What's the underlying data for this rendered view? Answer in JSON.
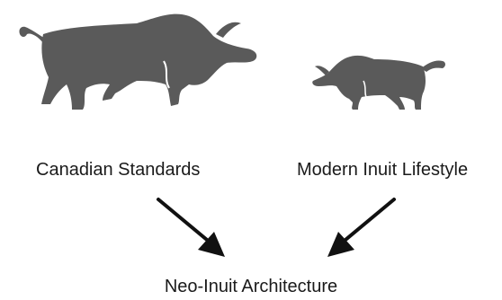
{
  "diagram": {
    "sources": [
      {
        "label": "Canadian Standards",
        "icon": "bull-large-icon"
      },
      {
        "label": "Modern Inuit Lifestyle",
        "icon": "bull-small-icon"
      }
    ],
    "result": {
      "label": "Neo-Inuit Architecture"
    },
    "colors": {
      "bull": "#5a5a5a",
      "arrow": "#111111",
      "text": "#1a1a1a"
    }
  }
}
